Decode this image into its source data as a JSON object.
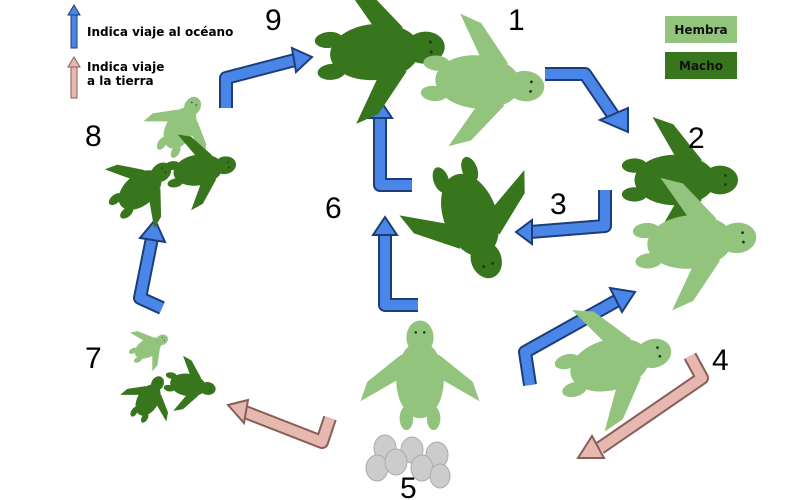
{
  "legend": {
    "ocean_label": "Indica viaje al océano",
    "land_label_line1": "Indica viaje",
    "land_label_line2": "a la tierra",
    "female_label": "Hembra",
    "male_label": "Macho"
  },
  "colors": {
    "female": "#93c47d",
    "male": "#38761d",
    "ocean_arrow": "#4a86e8",
    "land_arrow": "#e6b8af",
    "egg": "#cccccc"
  },
  "stages": {
    "s1": "1",
    "s2": "2",
    "s3": "3",
    "s4": "4",
    "s5": "5",
    "s6": "6",
    "s7": "7",
    "s8": "8",
    "s9": "9"
  }
}
